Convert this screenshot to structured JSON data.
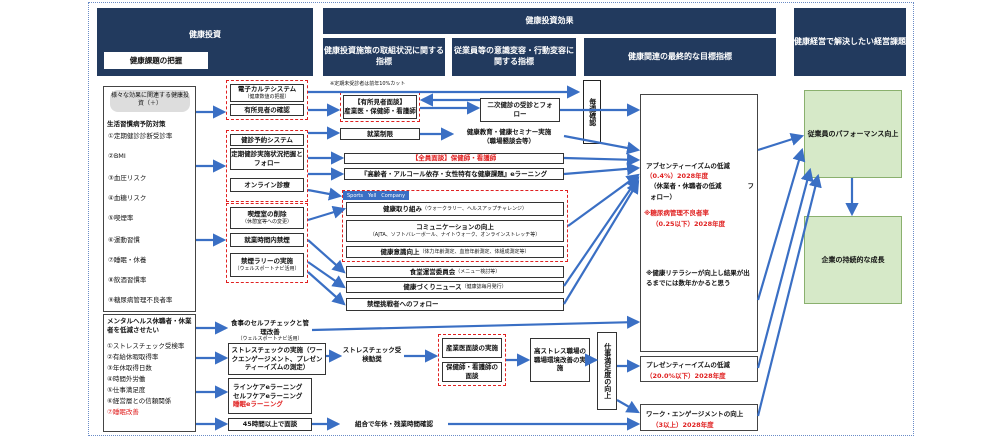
{
  "headers": {
    "kenko_toshi": "健康投資",
    "kadai_haaku": "健康課題の把握",
    "kenko_toshi_koka": "健康投資効果",
    "shisaku_shihyo": "健康投資施策の取組状況に関する指標",
    "ishiki_shihyo": "従業員等の意識変容・行動変容に関する指標",
    "saishu_shihyo": "健康関連の最終的な目標指標",
    "keiei_kadai": "健康経営で解決したい経営課題"
  },
  "left": {
    "sama_label": "様々な効果に関連する健康投資（＋）",
    "lifestyle_title": "生活習慣病予防対策",
    "lifestyle_items": [
      "①定期健診診断受診率",
      "②BMI",
      "③血圧リスク",
      "④血糖リスク",
      "⑤喫煙率",
      "⑥運動習慣",
      "⑦睡眠・休養",
      "⑧飲酒習慣率",
      "⑨糖尿病管理不良者率"
    ],
    "mental_title": "メンタルヘルス休職者・休業者を低減させたい",
    "mental_items": [
      "①ストレスチェック受検率",
      "②有給休暇取得率",
      "③年休取得日数",
      "④時間外労働",
      "⑤仕事満足度",
      "⑥経営層との信頼関係"
    ],
    "mental_red_item": "⑦睡眠改善"
  },
  "col2": {
    "denshi_karte": "電子カルテシステム",
    "denshi_karte_sub": "（健康数値の把握）",
    "yushokensha": "有所見者の確認",
    "kenshin_yoyaku": "健診予約システム",
    "teiki_kenshin": "定期健診実施状況把握とフォロー",
    "online": "オンライン診療",
    "kitsuen": "喫煙室の削除",
    "kitsuen_sub": "（休憩室等への変更）",
    "shugyo": "就業時間内禁煙",
    "kinen_rally": "禁煙ラリーの実施",
    "kinen_rally_sub": "（ウェルスポートナビ活用）",
    "shokuji": "食事のセルフチェックと管理改善",
    "shokuji_sub": "（ウェルスポートナビ活用）",
    "stress": "ストレスチェックの実施（ワークエンゲージメント、プレゼンティーイズムの測定）",
    "line_care": "ラインケアeラーニング",
    "self_care": "セルフケアeラーニング",
    "suimin": "睡眠eラーニング",
    "overtime": "45時間以上で面談"
  },
  "col3": {
    "note": "※定期未受診者は前年10%カット",
    "yusho_mendan": "【有所見者面談】",
    "sangyoi": "産業医・保健師・看護師",
    "shugyo_seigen": "就業制限",
    "zenin_mendan": "【全員面談】保健師・看護師",
    "koreisha": "『高齢者・アルコール依存・女性特有な健康課題』eラーニング",
    "sports_banner": "Sports　Yell　Company",
    "kenko_torikumi": "健康取り組み",
    "kenko_torikumi_sub": "（ウォークラリー、ヘルスアップチャレンジ）",
    "communication": "コミュニケーションの向上",
    "communication_sub": "（AJTA、ソフトバレーボール、ナイトウォーク、オンラインストレッチ等）",
    "kenko_ishiki": "健康意識向上",
    "kenko_ishiki_sub": "（体力年齢測定、血管年齢測定、体組成測定等）",
    "shokudo": "食堂運営委員会",
    "shokudo_sub": "（メニュー検討等）",
    "kenko_news": "健康づくりニュース",
    "kenko_news_sub": "（健康誌毎月発行）",
    "kinen_follow": "禁煙挑戦者へのフォロー",
    "stress_jukenn": "ストレスチェック受検勧奨",
    "sangyoi_jisshi": "産業医面談の実施",
    "hokenshi_mendan": "保健師・看護師の面談",
    "kumiai": "組合で年休・残業時間確認"
  },
  "col4": {
    "niji_kenshin": "二次健診の受診とフォロー",
    "kenko_kyoiku": "健康教育・健康セミナー実施",
    "kenko_kyoiku_sub": "（職場懇談会等）",
    "koshutoku": "高ストレス職場の職場環境改善の実施",
    "shigoto_manzoku": "仕事満足度の向上",
    "maishu_kakunin": "毎週確認"
  },
  "col5": {
    "absenteeism": "アブセンティーイズムの低減",
    "absenteeism_target": "（0.4%）2028年度",
    "absenteeism_sub": "（休業者・休職者の低減　　　　フォロー）",
    "tonyo": "※糖尿病管理不良者率",
    "tonyo_target": "（0.25以下）2028年度",
    "literacy": "※健康リテラシーが向上し結果が出るまでには数年かかると思う",
    "presenteeism": "プレゼンティーイズムの低減",
    "presenteeism_target": "（20.0%以下）2028年度",
    "engagement": "ワーク・エンゲージメントの向上",
    "engagement_target": "（3以上）2028年度"
  },
  "col6": {
    "performance": "従業員のパフォーマンス向上",
    "seicho": "企業の持続的な成長"
  },
  "colors": {
    "navy": "#223a5e",
    "arrow": "#3a6fc4",
    "red": "#e02020",
    "green": "#d6e9c8"
  }
}
